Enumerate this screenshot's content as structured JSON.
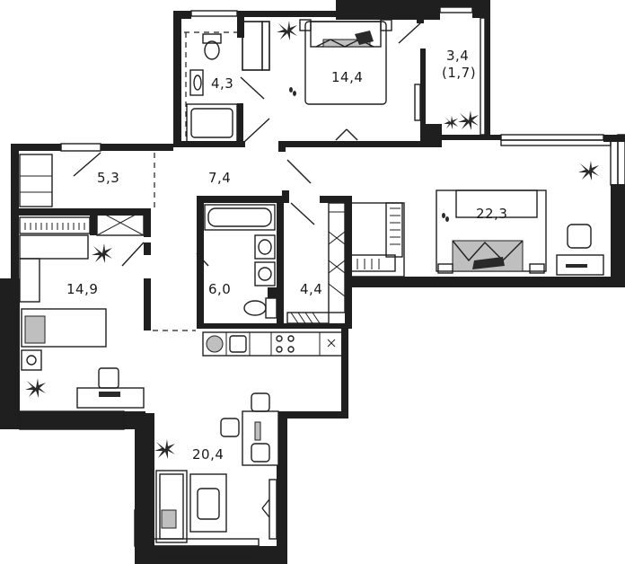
{
  "rooms": {
    "bath_top": "4,3",
    "bedroom_top": "14,4",
    "balcony_area": "3,4",
    "balcony_area_reduced": "(1,7)",
    "hall_small": "5,3",
    "corridor": "7,4",
    "bedroom_right": "22,3",
    "bedroom_left": "14,9",
    "bathroom": "6,0",
    "wc": "4,4",
    "living": "20,4"
  },
  "colors": {
    "wall": "#1f1f1f",
    "accent_fill": "#bfbfbf",
    "background": "#ffffff"
  }
}
